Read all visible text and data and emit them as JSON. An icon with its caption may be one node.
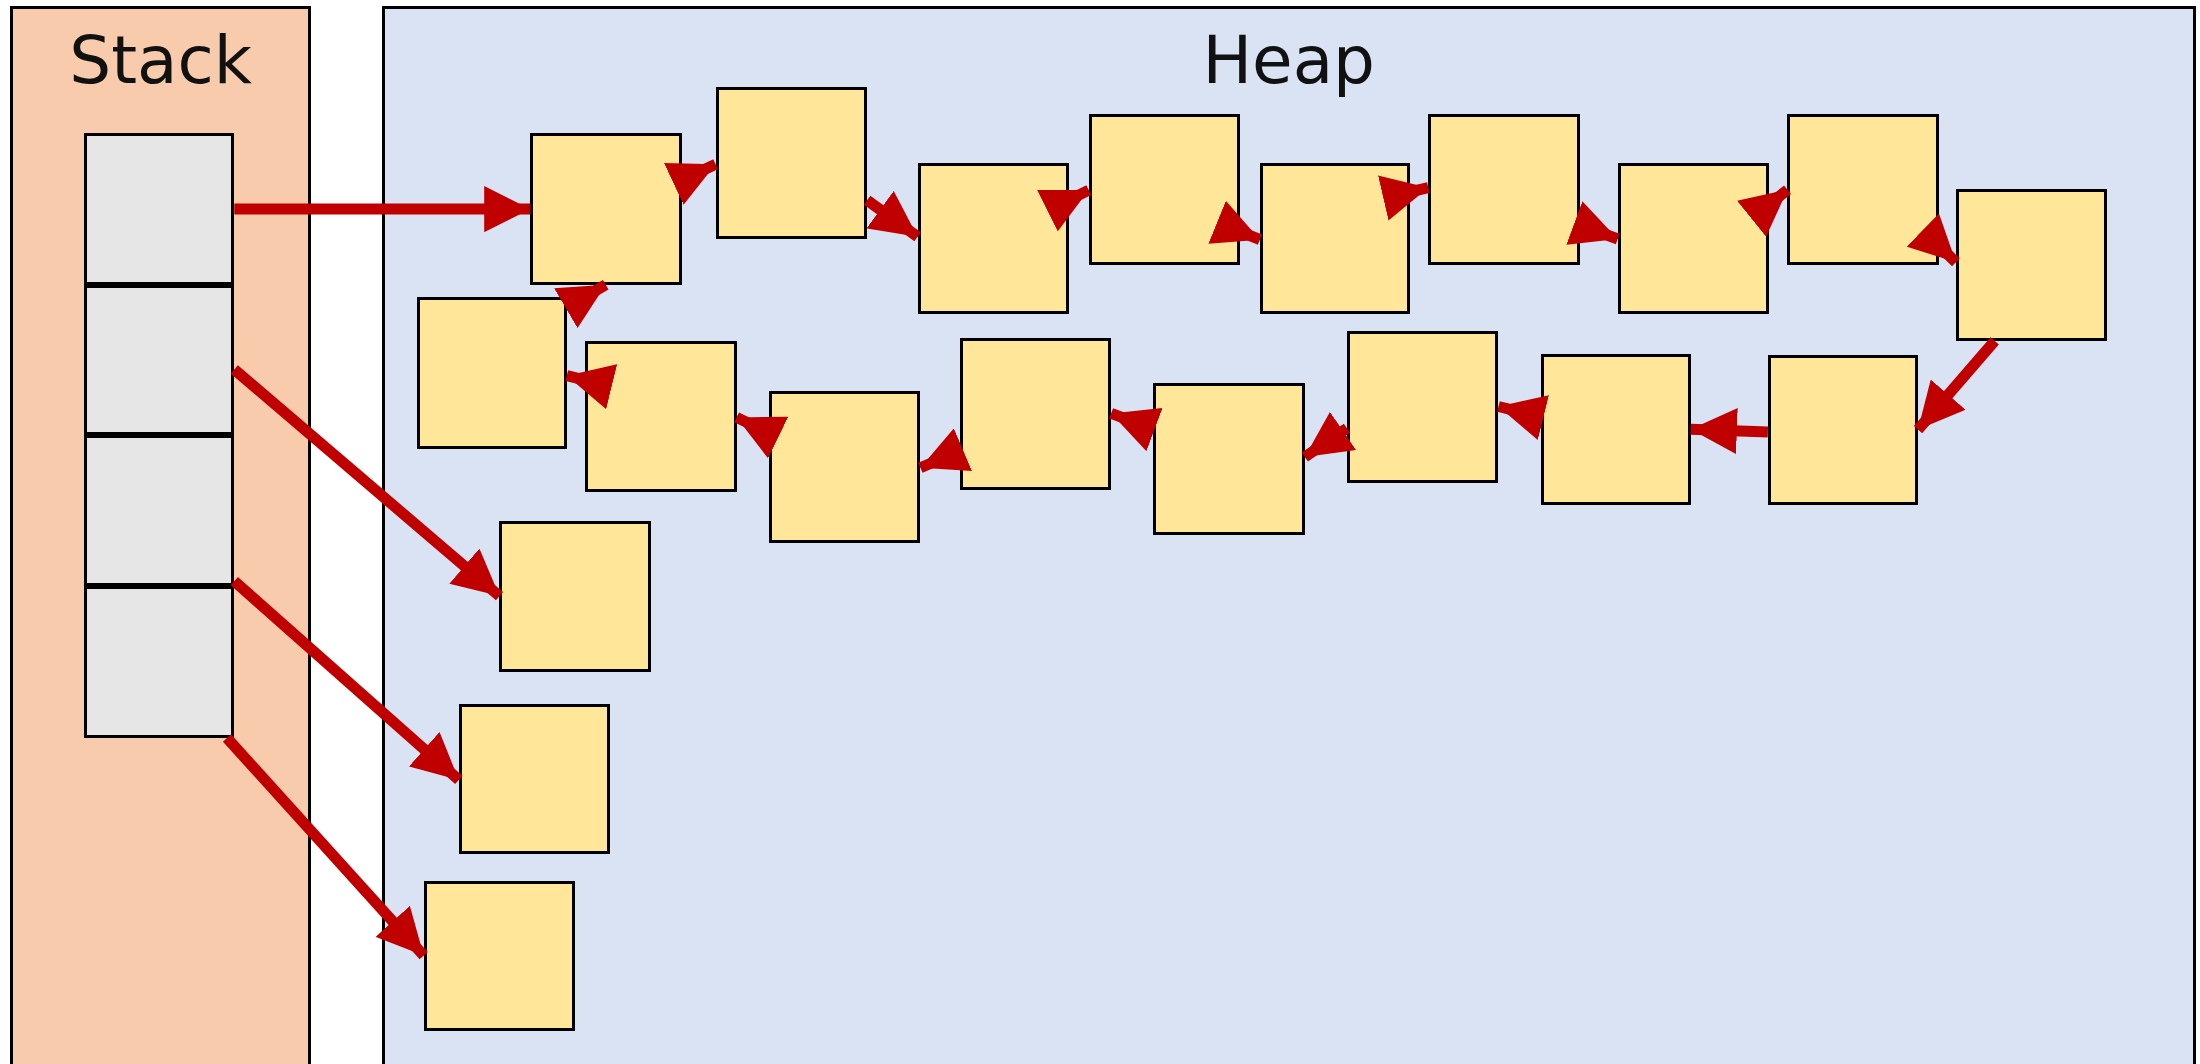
{
  "diagram": {
    "nodes": [
      {
        "text": [
          "Stack"
        ]
      },
      {
        "text": [],
        "shape": "box",
        "in": 0
      },
      {
        "text": [],
        "shape": "box",
        "in": 0
      },
      {
        "text": [],
        "shape": "box",
        "in": 0
      },
      {
        "text": [],
        "shape": "box",
        "in": 0
      },
      {
        "text": [
          "Heap"
        ]
      },
      {
        "text": [],
        "shape": "box",
        "in": 5
      },
      {
        "text": [],
        "shape": "box",
        "in": 5
      },
      {
        "text": [],
        "shape": "box",
        "in": 5
      },
      {
        "text": [],
        "shape": "box",
        "in": 5
      },
      {
        "text": [],
        "shape": "box",
        "in": 5
      },
      {
        "text": [],
        "shape": "box",
        "in": 5
      },
      {
        "text": [],
        "shape": "box",
        "in": 5
      },
      {
        "text": [],
        "shape": "box",
        "in": 5
      },
      {
        "text": [],
        "shape": "box",
        "in": 5
      },
      {
        "text": [],
        "shape": "box",
        "in": 5
      },
      {
        "text": [],
        "shape": "box",
        "in": 5
      },
      {
        "text": [],
        "shape": "box",
        "in": 5
      },
      {
        "text": [],
        "shape": "box",
        "in": 5
      },
      {
        "text": [],
        "shape": "box",
        "in": 5
      },
      {
        "text": [],
        "shape": "box",
        "in": 5
      },
      {
        "text": [],
        "shape": "box",
        "in": 5
      },
      {
        "text": [],
        "shape": "box",
        "in": 5
      },
      {
        "text": [],
        "shape": "box",
        "in": 5
      },
      {
        "text": [],
        "shape": "box",
        "in": 5
      },
      {
        "text": [],
        "shape": "box",
        "in": 5
      }
    ],
    "edges": [
      {
        "from": 1,
        "to": 6,
        "arrow": "to"
      },
      {
        "from": 6,
        "to": 7,
        "arrow": "to"
      },
      {
        "from": 7,
        "to": 8,
        "arrow": "to"
      },
      {
        "from": 8,
        "to": 9,
        "arrow": "to"
      },
      {
        "from": 9,
        "to": 10,
        "arrow": "to"
      },
      {
        "from": 10,
        "to": 11,
        "arrow": "to"
      },
      {
        "from": 11,
        "to": 12,
        "arrow": "to"
      },
      {
        "from": 12,
        "to": 13,
        "arrow": "to"
      },
      {
        "from": 13,
        "to": 14,
        "arrow": "to"
      },
      {
        "from": 14,
        "to": 15,
        "arrow": "to"
      },
      {
        "from": 15,
        "to": 16,
        "arrow": "to"
      },
      {
        "from": 16,
        "to": 17,
        "arrow": "to"
      },
      {
        "from": 17,
        "to": 18,
        "arrow": "to"
      },
      {
        "from": 18,
        "to": 19,
        "arrow": "to"
      },
      {
        "from": 19,
        "to": 20,
        "arrow": "to"
      },
      {
        "from": 20,
        "to": 21,
        "arrow": "to"
      },
      {
        "from": 21,
        "to": 22,
        "arrow": "to"
      },
      {
        "from": 22,
        "to": 6,
        "arrow": "to"
      },
      {
        "from": 2,
        "to": 23,
        "arrow": "to"
      },
      {
        "from": 3,
        "to": 24,
        "arrow": "to"
      },
      {
        "from": 4,
        "to": 25,
        "arrow": "to"
      }
    ]
  }
}
